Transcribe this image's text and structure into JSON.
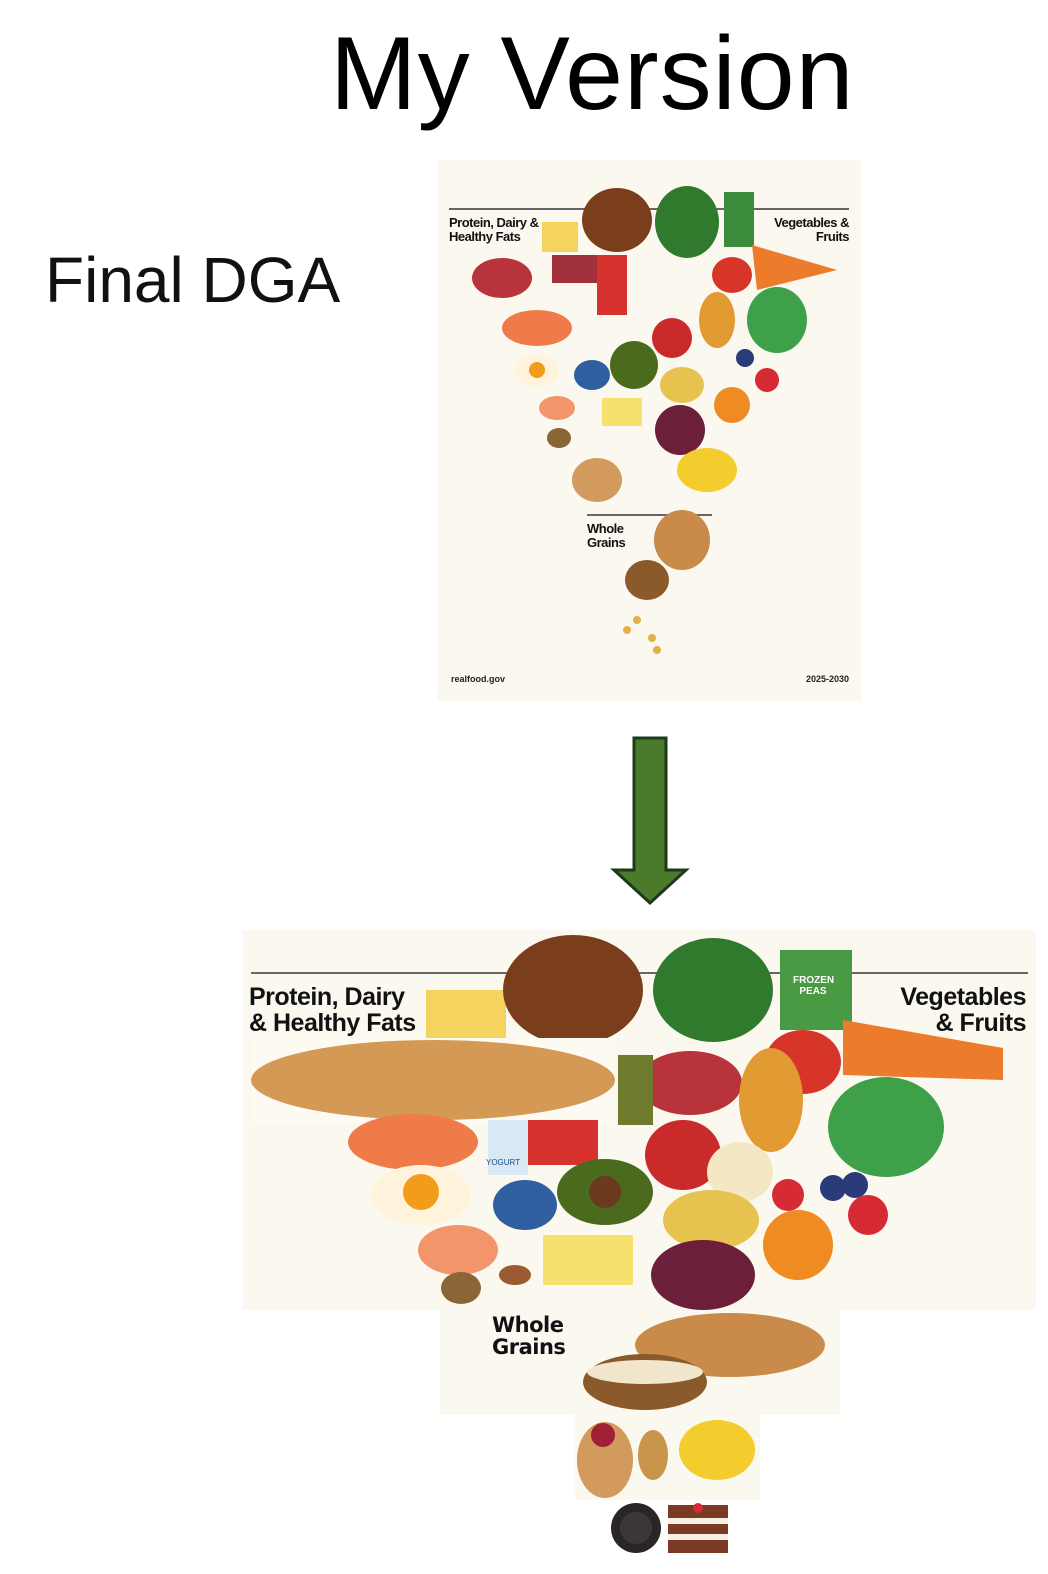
{
  "slide": {
    "title": "My Version",
    "left_label": "Final DGA"
  },
  "final_dga_image": {
    "label_left": "Protein, Dairy & Healthy Fats",
    "label_right": "Vegetables & Fruits",
    "label_bottom": "Whole Grains",
    "footer_left": "realfood.gov",
    "footer_right": "2025-2030"
  },
  "my_version_image": {
    "label_left_line1": "Protein, Dairy",
    "label_left_line2": "& Healthy Fats",
    "label_right_line1": "Vegetables",
    "label_right_line2": "& Fruits",
    "label_bottom_line1": "Whole",
    "label_bottom_line2": "Grains",
    "peas_bag": "FROZEN PEAS",
    "yogurt": "YOGURT"
  },
  "colors": {
    "arrow_fill": "#4b7a2b",
    "arrow_stroke": "#1d3a1e",
    "panel_bg": "#fbf8ef"
  }
}
